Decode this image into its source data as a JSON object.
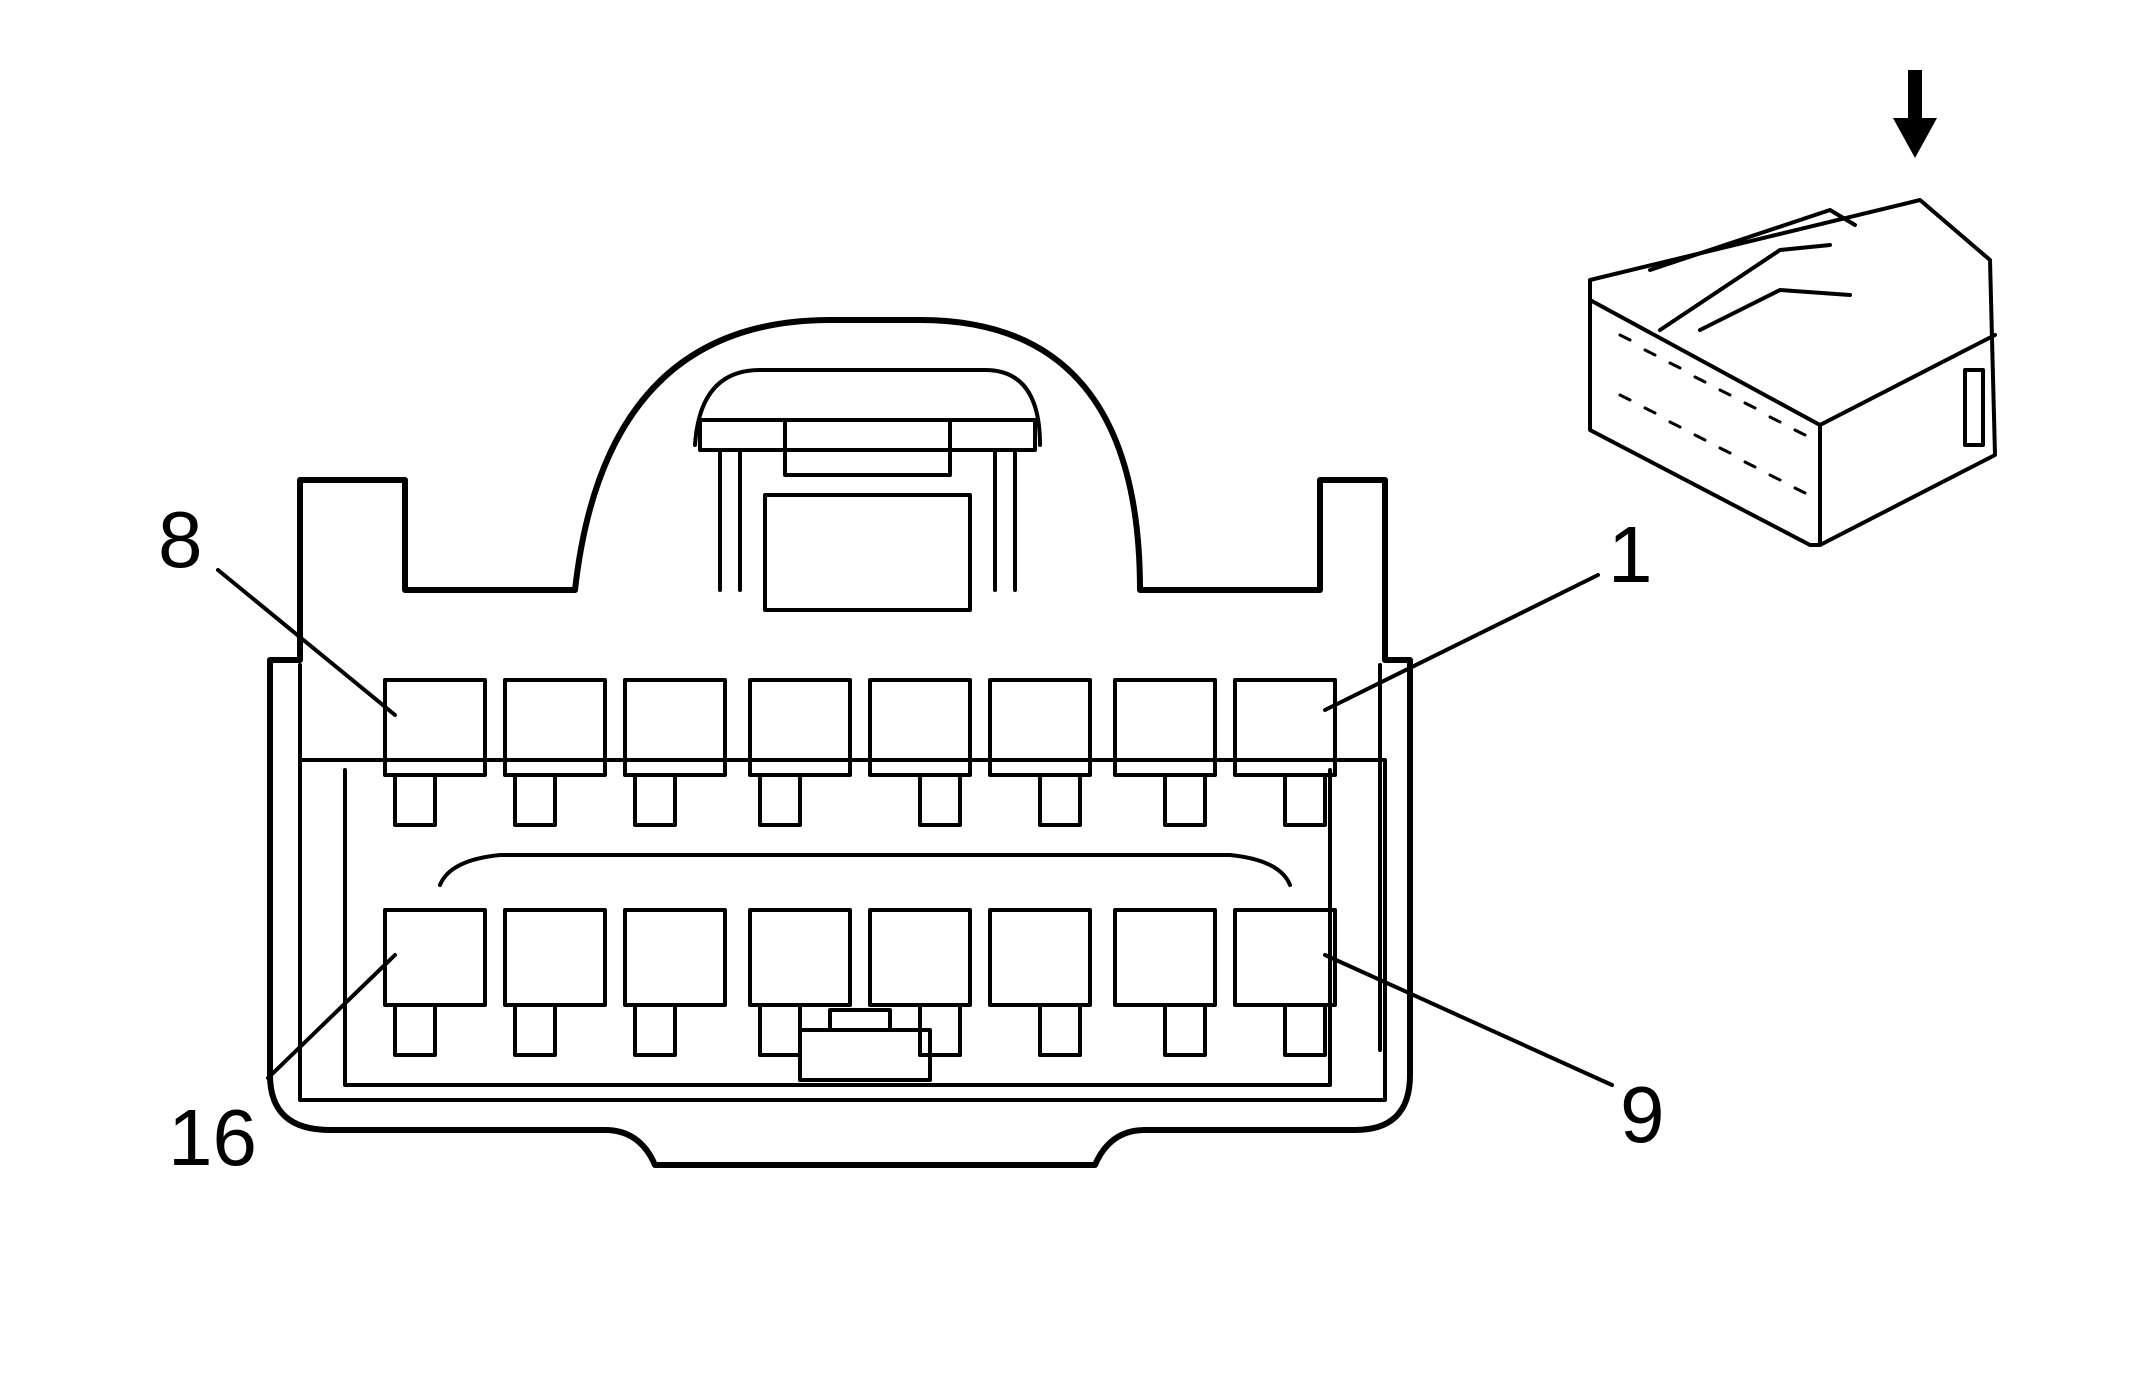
{
  "pin_labels": {
    "pin_8": "8",
    "pin_1": "1",
    "pin_16": "16",
    "pin_9": "9"
  },
  "pin_count": 16,
  "rows": 2,
  "pins_per_row": 8,
  "colors": {
    "stroke": "#000000",
    "background": "#ffffff"
  }
}
